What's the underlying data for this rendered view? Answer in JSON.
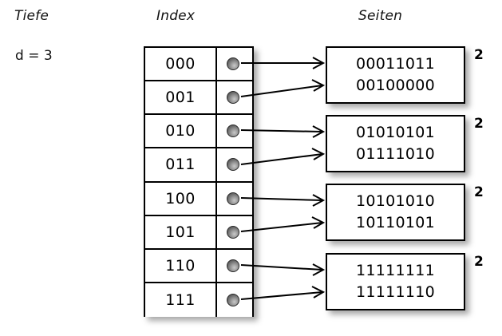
{
  "headers": {
    "depth": "Tiefe",
    "index": "Index",
    "pages": "Seiten"
  },
  "depth_label": "d = 3",
  "index_table": {
    "rows": [
      {
        "key": "000",
        "pointer_icon": "gray-sphere-bullet",
        "target_page": 0
      },
      {
        "key": "001",
        "pointer_icon": "gray-sphere-bullet",
        "target_page": 0
      },
      {
        "key": "010",
        "pointer_icon": "gray-sphere-bullet",
        "target_page": 1
      },
      {
        "key": "011",
        "pointer_icon": "gray-sphere-bullet",
        "target_page": 1
      },
      {
        "key": "100",
        "pointer_icon": "gray-sphere-bullet",
        "target_page": 2
      },
      {
        "key": "101",
        "pointer_icon": "gray-sphere-bullet",
        "target_page": 2
      },
      {
        "key": "110",
        "pointer_icon": "gray-sphere-bullet",
        "target_page": 3
      },
      {
        "key": "111",
        "pointer_icon": "gray-sphere-bullet",
        "target_page": 3
      }
    ]
  },
  "pages": [
    {
      "line1": "00011011",
      "line2": "00100000",
      "count": "2"
    },
    {
      "line1": "01010101",
      "line2": "01111010",
      "count": "2"
    },
    {
      "line1": "10101010",
      "line2": "10110101",
      "count": "2"
    },
    {
      "line1": "11111111",
      "line2": "11111110",
      "count": "2"
    }
  ],
  "colors": {
    "background": "#ffffff",
    "stroke": "#000000",
    "pointer_dot": "#6a6a6a",
    "shadow": "rgba(0,0,0,0.34)"
  }
}
